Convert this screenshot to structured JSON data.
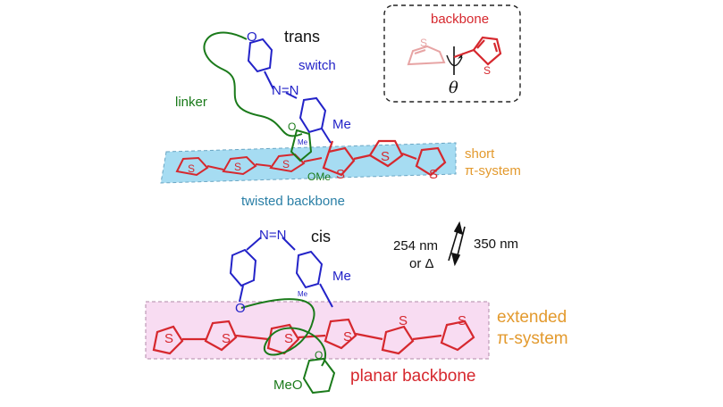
{
  "colors": {
    "backbone": "#d6282e",
    "switch": "#2323c8",
    "linker": "#1a7a1a",
    "pi_system": "#e39a2e",
    "twisted": "#2a7fa6",
    "short_box": "#a6dcf2",
    "extended_box": "#f8dcf2"
  },
  "labels": {
    "trans": "trans",
    "cis": "cis",
    "switch": "switch",
    "linker": "linker",
    "twisted_backbone": "twisted backbone",
    "planar_backbone": "planar backbone",
    "short_line1": "short",
    "short_line2": "π-system",
    "extended_line1": "extended",
    "extended_line2": "π-system",
    "wavelength_left": "254 nm",
    "wavelength_left2": "or Δ",
    "wavelength_right": "350 nm",
    "inset_title": "backbone",
    "theta": "θ",
    "o_top": "O",
    "o_cis": "O",
    "o_link_top": "O",
    "o_link_bottom": "O",
    "me_top": "Me",
    "me_top_small": "Me",
    "me_bottom": "Me",
    "me_bottom_small": "Me",
    "ome_top": "OMe",
    "meo_bottom": "MeO",
    "nn_top": "N=N",
    "nn_bottom": "N=N",
    "s": "S"
  }
}
